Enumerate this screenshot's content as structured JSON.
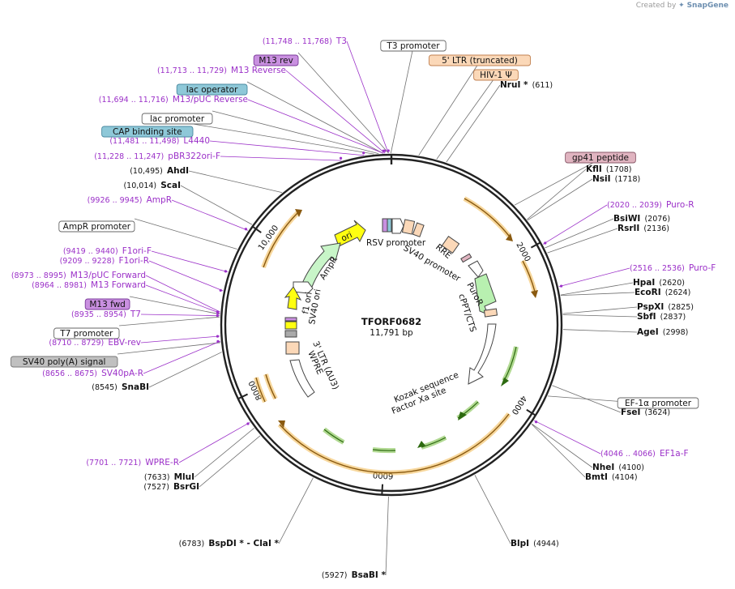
{
  "credit": {
    "prefix": "Created by",
    "brand": "SnapGene"
  },
  "plasmid": {
    "name": "TFORF0682",
    "length_text": "11,791 bp",
    "length": 11791
  },
  "colors": {
    "primer": "#9b30c8",
    "orf": "#f0b64a",
    "orf_dark": "#8a5a10",
    "green": "#7dc04a",
    "ruler": "#222222"
  },
  "ticks": [
    {
      "pos": 2000,
      "label": "2000"
    },
    {
      "pos": 4000,
      "label": "4000"
    },
    {
      "pos": 6000,
      "label": "6000"
    },
    {
      "pos": 8000,
      "label": "8000"
    },
    {
      "pos": 10000,
      "label": "10,000"
    }
  ],
  "labels": [
    {
      "id": "t3",
      "kind": "primer",
      "range": "(11,748 .. 11,768)",
      "name": "T3",
      "pos": 11758
    },
    {
      "id": "m13rev",
      "kind": "box",
      "name": "M13 rev",
      "fill": "#c990e0",
      "stroke": "#7a3a9a",
      "pos": 11760
    },
    {
      "id": "m13reverse",
      "kind": "primer",
      "range": "(11,713 .. 11,729)",
      "name": "M13 Reverse",
      "pos": 11721
    },
    {
      "id": "lacop",
      "kind": "box",
      "name": "lac operator",
      "fill": "#8ec8d8",
      "stroke": "#4a8aa0",
      "pos": 11700
    },
    {
      "id": "m13puc",
      "kind": "primer",
      "range": "(11,694 .. 11,716)",
      "name": "M13/pUC Reverse",
      "pos": 11705
    },
    {
      "id": "lacprom",
      "kind": "box",
      "name": "lac promoter",
      "fill": "#ffffff",
      "stroke": "#666666",
      "pos": 11650
    },
    {
      "id": "cap",
      "kind": "box",
      "name": "CAP binding site",
      "fill": "#8ec8d8",
      "stroke": "#4a8aa0",
      "pos": 11600
    },
    {
      "id": "l4440",
      "kind": "primer",
      "range": "(11,481 .. 11,498)",
      "name": "L4440",
      "pos": 11490
    },
    {
      "id": "pbr",
      "kind": "primer",
      "range": "(11,228 .. 11,247)",
      "name": "pBR322ori-F",
      "pos": 11238
    },
    {
      "id": "ahdi",
      "kind": "enzyme",
      "range": "(10,495)",
      "name": "AhdI",
      "pos": 10495
    },
    {
      "id": "scai",
      "kind": "enzyme",
      "range": "(10,014)",
      "name": "ScaI",
      "pos": 10014
    },
    {
      "id": "ampr",
      "kind": "primer",
      "range": "(9926 .. 9945)",
      "name": "AmpR",
      "pos": 9936
    },
    {
      "id": "ampprom",
      "kind": "box",
      "name": "AmpR promoter",
      "fill": "#ffffff",
      "stroke": "#666666",
      "pos": 9700
    },
    {
      "id": "f1orif",
      "kind": "primer",
      "range": "(9419 .. 9440)",
      "name": "F1ori-F",
      "pos": 9430
    },
    {
      "id": "f1orir",
      "kind": "primer",
      "range": "(9209 .. 9228)",
      "name": "F1ori-R",
      "pos": 9218
    },
    {
      "id": "m13pucf",
      "kind": "primer",
      "range": "(8973 .. 8995)",
      "name": "M13/pUC Forward",
      "pos": 8984
    },
    {
      "id": "m13f",
      "kind": "primer",
      "range": "(8964 .. 8981)",
      "name": "M13 Forward",
      "pos": 8972
    },
    {
      "id": "m13fwd",
      "kind": "box",
      "name": "M13 fwd",
      "fill": "#c990e0",
      "stroke": "#7a3a9a",
      "pos": 8960
    },
    {
      "id": "t7",
      "kind": "primer",
      "range": "(8935 .. 8954)",
      "name": "T7",
      "pos": 8944
    },
    {
      "id": "t7prom",
      "kind": "box",
      "name": "T7 promoter",
      "fill": "#ffffff",
      "stroke": "#666666",
      "pos": 8930
    },
    {
      "id": "ebv",
      "kind": "primer",
      "range": "(8710 .. 8729)",
      "name": "EBV-rev",
      "pos": 8720
    },
    {
      "id": "sv40pa",
      "kind": "box",
      "name": "SV40 poly(A) signal",
      "fill": "#c0c0c0",
      "stroke": "#777777",
      "pos": 8650
    },
    {
      "id": "sv40par",
      "kind": "primer",
      "range": "(8656 .. 8675)",
      "name": "SV40pA-R",
      "pos": 8665
    },
    {
      "id": "snabi",
      "kind": "enzyme",
      "range": "(8545)",
      "name": "SnaBI",
      "pos": 8545
    },
    {
      "id": "wprer",
      "kind": "primer",
      "range": "(7701 .. 7721)",
      "name": "WPRE-R",
      "pos": 7711
    },
    {
      "id": "mlui",
      "kind": "enzyme",
      "range": "(7633)",
      "name": "MluI",
      "pos": 7633
    },
    {
      "id": "bsrgi",
      "kind": "enzyme",
      "range": "(7527)",
      "name": "BsrGI",
      "pos": 7527
    },
    {
      "id": "bspdi",
      "kind": "enzyme",
      "range": "(6783)",
      "name": "BspDI * - ClaI *",
      "pos": 6783
    },
    {
      "id": "bsabi",
      "kind": "enzyme",
      "range": "(5927)",
      "name": "BsaBI *",
      "pos": 5927
    },
    {
      "id": "blpi",
      "kind": "enzyme",
      "range": "(4944)",
      "name": "BlpI",
      "pos": 4944
    },
    {
      "id": "bmti",
      "kind": "enzyme",
      "range": "(4104)",
      "name": "BmtI",
      "pos": 4104
    },
    {
      "id": "nhei",
      "kind": "enzyme",
      "range": "(4100)",
      "name": "NheI",
      "pos": 4100
    },
    {
      "id": "ef1af",
      "kind": "primer",
      "range": "(4046 .. 4066)",
      "name": "EF1a-F",
      "pos": 4056
    },
    {
      "id": "fsei",
      "kind": "enzyme",
      "range": "(3624)",
      "name": "FseI",
      "pos": 3624
    },
    {
      "id": "ef1prom",
      "kind": "box",
      "name": "EF-1α promoter",
      "fill": "#ffffff",
      "stroke": "#666666",
      "pos": 3750
    },
    {
      "id": "agei",
      "kind": "enzyme",
      "range": "(2998)",
      "name": "AgeI",
      "pos": 2998
    },
    {
      "id": "sbfi",
      "kind": "enzyme",
      "range": "(2837)",
      "name": "SbfI",
      "pos": 2837
    },
    {
      "id": "pspxi",
      "kind": "enzyme",
      "range": "(2825)",
      "name": "PspXI",
      "pos": 2825
    },
    {
      "id": "ecori",
      "kind": "enzyme",
      "range": "(2624)",
      "name": "EcoRI",
      "pos": 2624
    },
    {
      "id": "hpai",
      "kind": "enzyme",
      "range": "(2620)",
      "name": "HpaI",
      "pos": 2620
    },
    {
      "id": "purof",
      "kind": "primer",
      "range": "(2516 .. 2536)",
      "name": "Puro-F",
      "pos": 2526
    },
    {
      "id": "rsrii",
      "kind": "enzyme",
      "range": "(2136)",
      "name": "RsrII",
      "pos": 2136
    },
    {
      "id": "bsiwi",
      "kind": "enzyme",
      "range": "(2076)",
      "name": "BsiWI",
      "pos": 2076
    },
    {
      "id": "puror",
      "kind": "primer",
      "range": "(2020 .. 2039)",
      "name": "Puro-R",
      "pos": 2030
    },
    {
      "id": "nsii",
      "kind": "enzyme",
      "range": "(1718)",
      "name": "NsiI",
      "pos": 1718
    },
    {
      "id": "kfli",
      "kind": "enzyme",
      "range": "(1708)",
      "name": "KflI",
      "pos": 1708
    },
    {
      "id": "gp41",
      "kind": "box",
      "name": "gp41 peptide",
      "fill": "#e0b4c0",
      "stroke": "#8a5a6a",
      "pos": 1500
    },
    {
      "id": "nrui",
      "kind": "enzyme",
      "range": "(611)",
      "name": "NruI *",
      "pos": 611
    },
    {
      "id": "hiv",
      "kind": "box",
      "name": "HIV-1 Ψ",
      "fill": "#fbd8b8",
      "stroke": "#c08050",
      "pos": 500
    },
    {
      "id": "ltr5",
      "kind": "box",
      "name": "5' LTR (truncated)",
      "fill": "#fbd8b8",
      "stroke": "#c08050",
      "pos": 300
    },
    {
      "id": "t3prom",
      "kind": "box",
      "name": "T3 promoter",
      "fill": "#ffffff",
      "stroke": "#666666",
      "pos": 11785
    }
  ],
  "inner_labels": [
    {
      "id": "rsv",
      "name": "RSV promoter",
      "pos": 150
    },
    {
      "id": "rre",
      "name": "RRE",
      "pos": 1000
    },
    {
      "id": "sv40prom",
      "name": "SV40 promoter",
      "pos": 1700
    },
    {
      "id": "puror_gene",
      "name": "PuroR",
      "pos": 2300
    },
    {
      "id": "cppt",
      "name": "cPPT/CTS",
      "pos": 2500
    },
    {
      "id": "kozak",
      "name": "Kozak sequence",
      "pos": 4100
    },
    {
      "id": "factorxa",
      "name": "Factor Xa site",
      "pos": 4200
    },
    {
      "id": "wpre",
      "name": "WPRE",
      "pos": 8000
    },
    {
      "id": "ltr3",
      "name": "3' LTR (ΔU3)",
      "pos": 8400
    },
    {
      "id": "sv40ori",
      "name": "SV40 ori",
      "pos": 8800
    },
    {
      "id": "f1ori",
      "name": "f1 ori",
      "pos": 9300
    },
    {
      "id": "amprgene",
      "name": "AmpR",
      "pos": 10100
    },
    {
      "id": "origin",
      "name": "ori",
      "pos": 11100
    }
  ]
}
